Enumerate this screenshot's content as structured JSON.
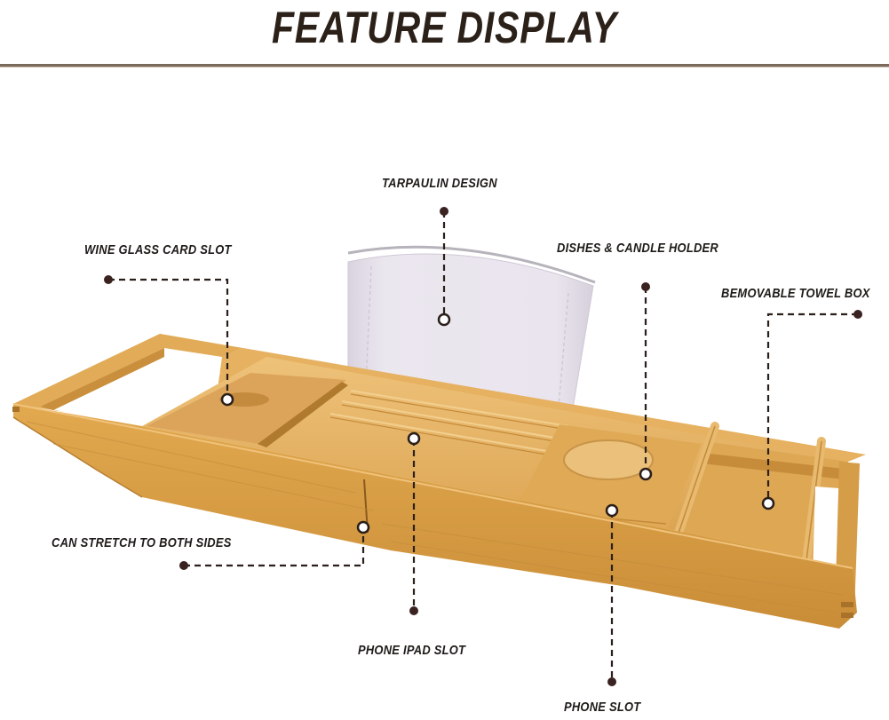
{
  "header": {
    "title": "FEATURE DISPLAY"
  },
  "colors": {
    "text": "#1e1a17",
    "divider": "#7a6a5c",
    "bamboo_light": "#e9b964",
    "bamboo_mid": "#d79f45",
    "bamboo_dark": "#b8812f",
    "fabric": "#e6e1ea",
    "leader_line": "#2b1f1a"
  },
  "features": [
    {
      "id": "tarpaulin",
      "label": "TARPAULIN DESIGN"
    },
    {
      "id": "wine_glass",
      "label": "WINE GLASS CARD SLOT"
    },
    {
      "id": "dishes_candle",
      "label": "DISHES & CANDLE HOLDER"
    },
    {
      "id": "towel_box",
      "label": "BEMOVABLE TOWEL BOX"
    },
    {
      "id": "stretch",
      "label": "CAN STRETCH TO BOTH SIDES"
    },
    {
      "id": "phone_ipad",
      "label": "PHONE IPAD SLOT"
    },
    {
      "id": "phone_slot",
      "label": "PHONE SLOT"
    }
  ],
  "product": {
    "name": "bamboo bathtub caddy tray",
    "icon": "bathtub-tray-illustration"
  }
}
